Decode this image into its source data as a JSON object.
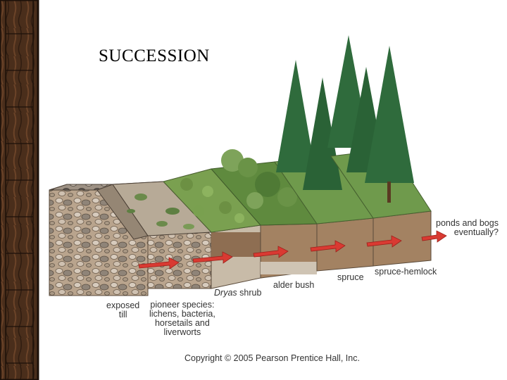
{
  "slide": {
    "title": "SUCCESSION",
    "copyright": "Copyright © 2005 Pearson Prentice Hall, Inc."
  },
  "stages": [
    {
      "id": "exposed-till",
      "label_lines": [
        "exposed",
        "till"
      ]
    },
    {
      "id": "pioneer-species",
      "label_lines": [
        "pioneer species:",
        "lichens, bacteria,",
        "horsetails and",
        "liverworts"
      ]
    },
    {
      "id": "dryas-shrub",
      "label_italic": "Dryas",
      "label_rest": " shrub"
    },
    {
      "id": "alder-bush",
      "label": "alder bush"
    },
    {
      "id": "spruce",
      "label": "spruce"
    },
    {
      "id": "spruce-hemlock",
      "label": "spruce-hemlock"
    },
    {
      "id": "ponds-and-bogs",
      "label_lines": [
        "ponds and bogs",
        "eventually?"
      ]
    }
  ],
  "colors": {
    "border_dark": "#2b1a10",
    "border_mid": "#5a3a22",
    "soil": "#a38262",
    "arrow": "#d93a32",
    "grass": "#6f9a4c",
    "conifer": "#2f6b3c"
  }
}
